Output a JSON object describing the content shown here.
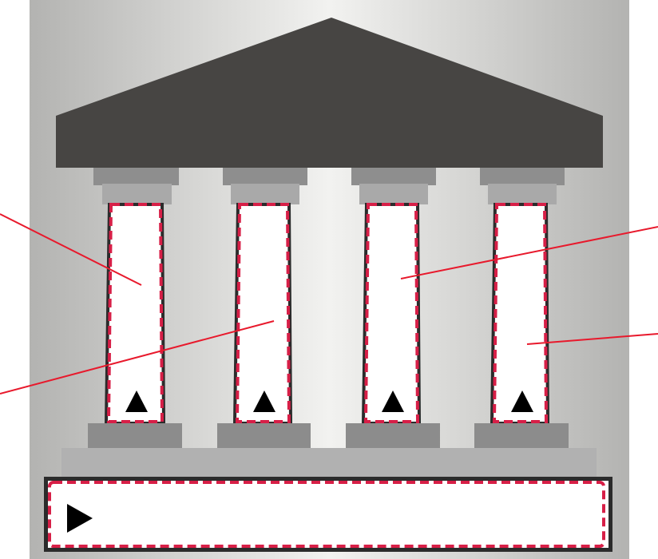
{
  "diagram": {
    "pillar_count": 4,
    "base_bar_count": 1,
    "pillar_marker": "up-triangle",
    "base_marker": "right-triangle",
    "leader_lines": 4,
    "colors": {
      "background_light": "#f2f2f0",
      "background_dark": "#b3b3b1",
      "roof": "#474543",
      "capital_top": "#8e8e8e",
      "capital_bottom": "#a9a9a9",
      "plinth": "#8c8c8c",
      "steps": "#b1b1b1",
      "pillar_fill": "#ffffff",
      "pillar_outline": "#2b2b2b",
      "dashed_border": "#d71f47",
      "leader_line": "#e8192c",
      "marker": "#000000"
    }
  }
}
